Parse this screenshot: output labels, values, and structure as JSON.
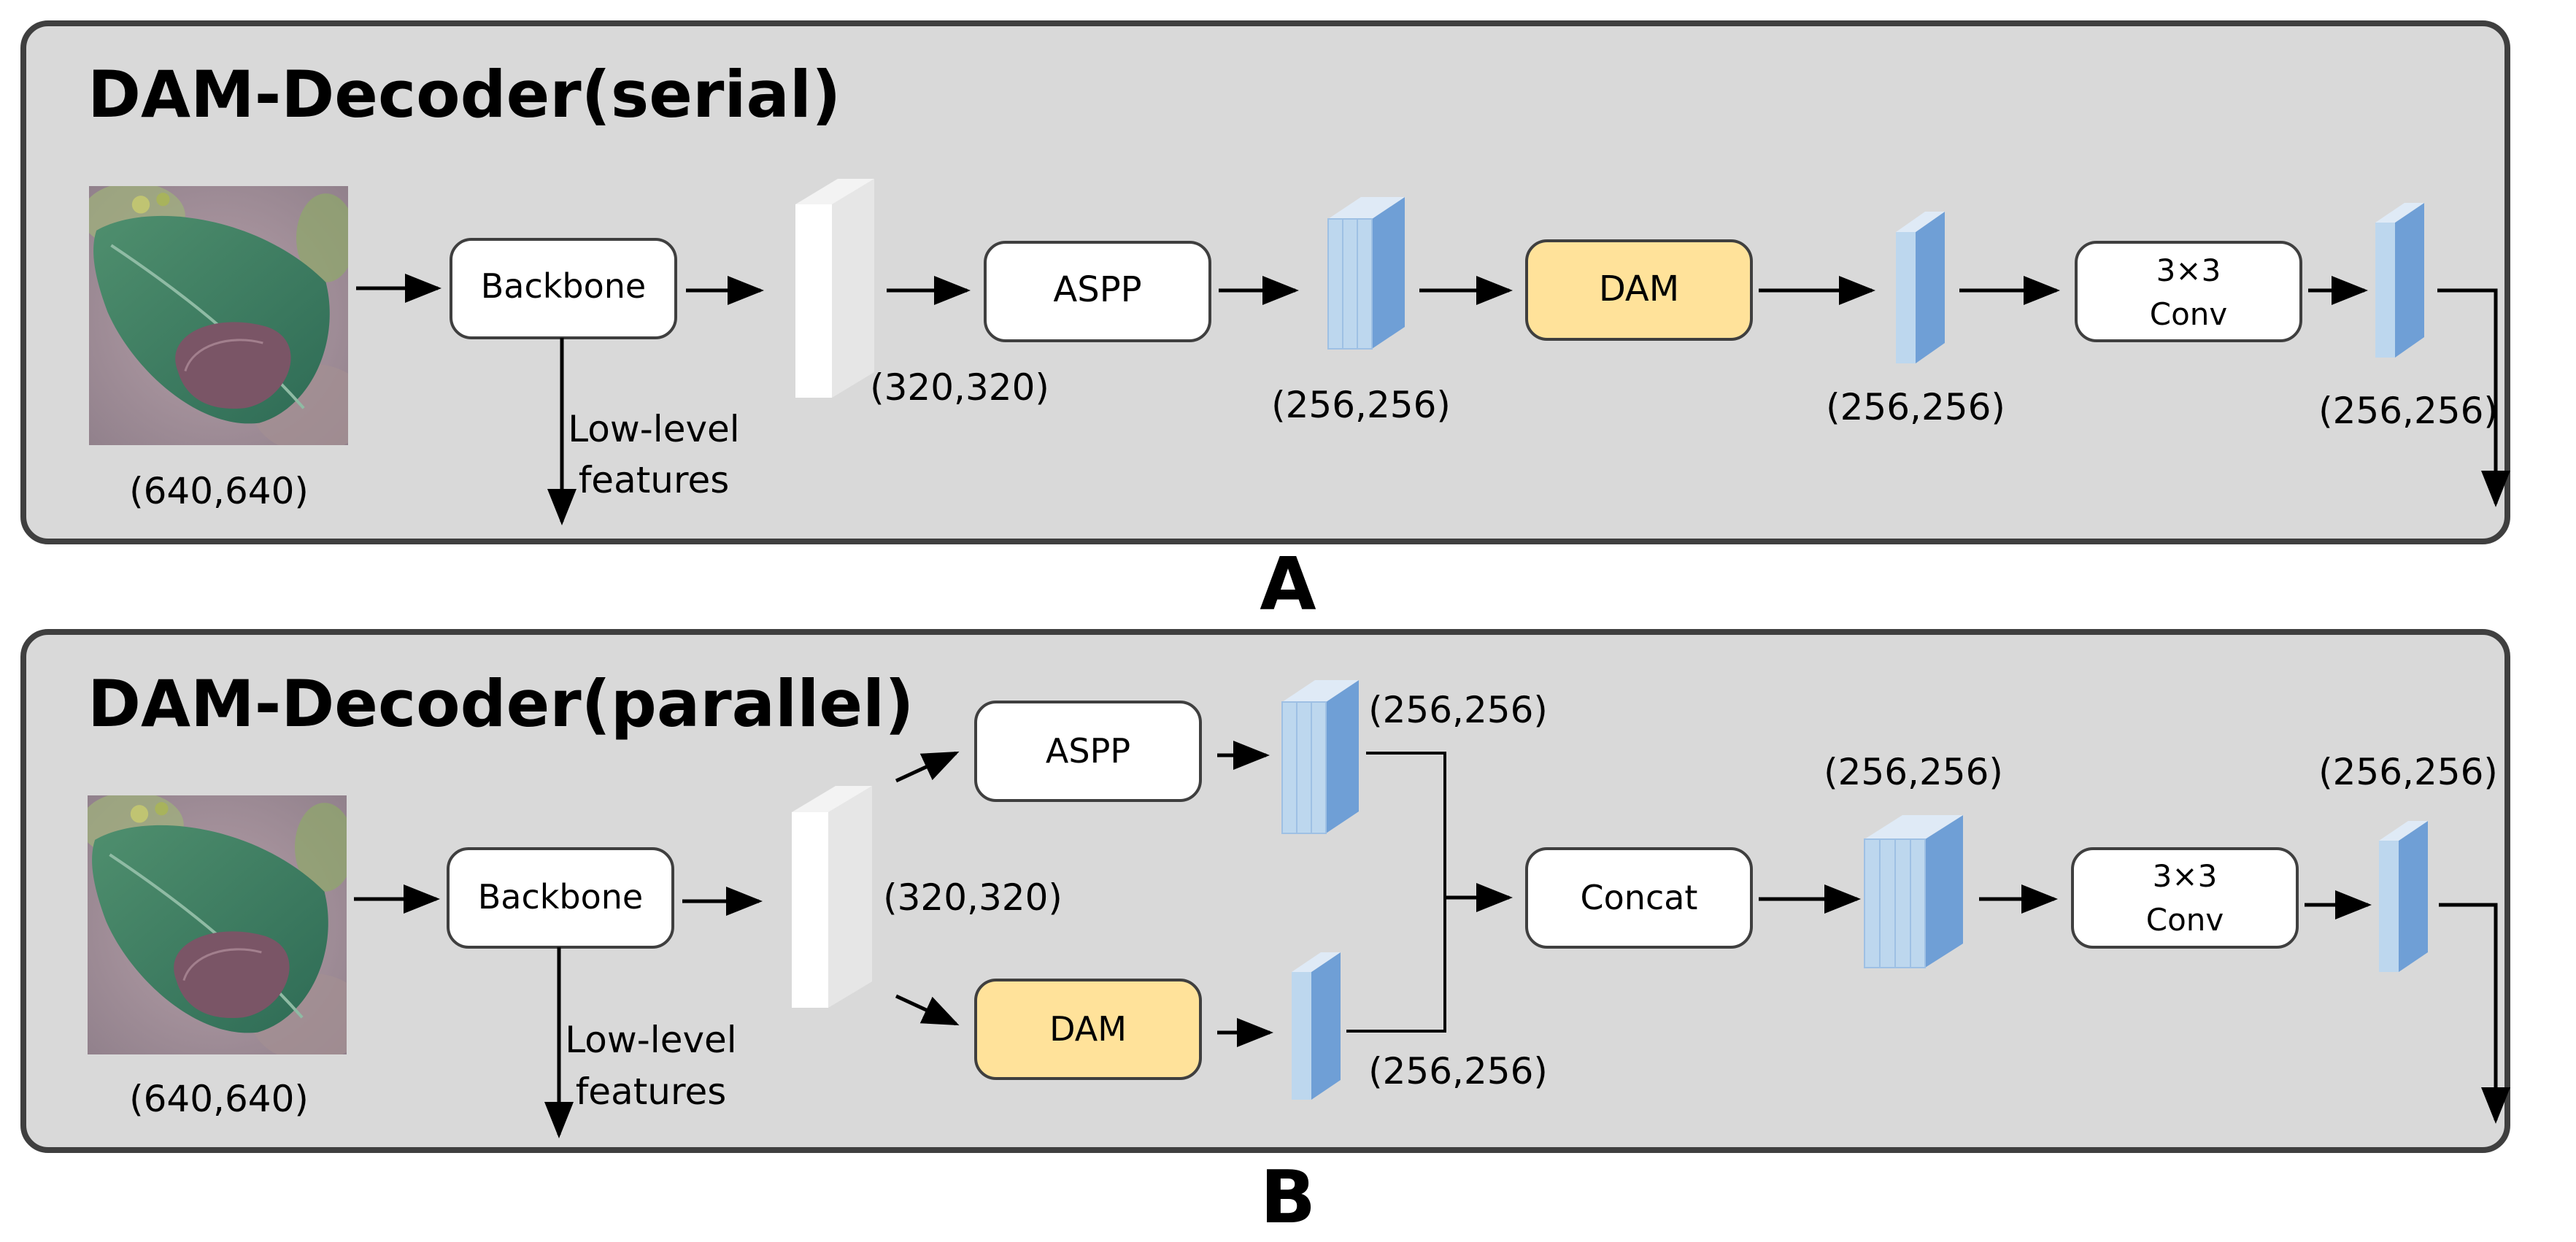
{
  "panels": [
    {
      "title": "DAM-Decoder(serial)",
      "letter": "A",
      "input_size": "(640,640)",
      "backbone": "Backbone",
      "low_level": [
        "Low-level",
        "features"
      ],
      "feat_size": "(320,320)",
      "aspp": "ASPP",
      "aspp_size": "(256,256)",
      "dam": "DAM",
      "dam_size": "(256,256)",
      "conv": [
        "3×3",
        "Conv"
      ],
      "out_size": "(256,256)"
    },
    {
      "title": "DAM-Decoder(parallel)",
      "letter": "B",
      "input_size": "(640,640)",
      "backbone": "Backbone",
      "low_level": [
        "Low-level",
        "features"
      ],
      "feat_size": "(320,320)",
      "aspp": "ASPP",
      "aspp_size": "(256,256)",
      "dam": "DAM",
      "dam_size": "(256,256)",
      "concat": "Concat",
      "concat_size": "(256,256)",
      "conv": [
        "3×3",
        "Conv"
      ],
      "out_size": "(256,256)"
    }
  ],
  "colors": {
    "panel_fill": "#d9d9d9",
    "panel_border": "#3f3f3f",
    "dam_fill": "#ffe29a",
    "block_front": "#bdd7ee",
    "block_side": "#6f9fd6",
    "block_top": "#dfeaf6",
    "feature_front": "#ffffff",
    "feature_side": "#e6e6e6"
  },
  "icons": {
    "input_image": "leaf-photo-icon"
  }
}
